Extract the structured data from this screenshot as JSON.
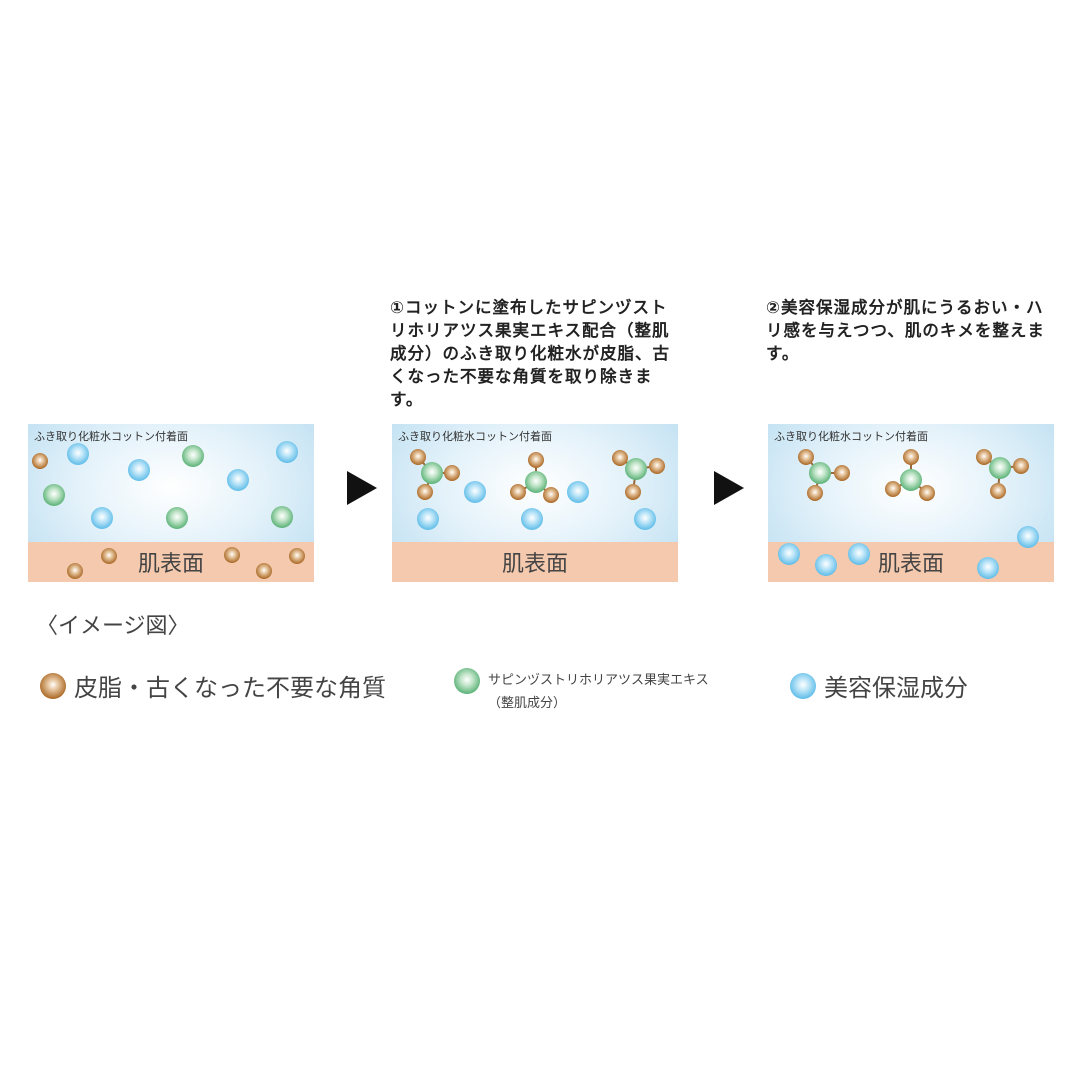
{
  "steps": [
    {
      "caption": "ふき取り化粧水コットン付着面",
      "skin_label": "肌表面",
      "description": ""
    },
    {
      "caption": "ふき取り化粧水コットン付着面",
      "skin_label": "肌表面",
      "description": "①コットンに塗布したサピンヅストリホリアツス果実エキス配合（整肌成分）のふき取り化粧水が皮脂、古くなった不要な角質を取り除きます。"
    },
    {
      "caption": "ふき取り化粧水コットン付着面",
      "skin_label": "肌表面",
      "description": "②美容保湿成分が肌にうるおい・ハリ感を与えつつ、肌のキメを整えます。"
    }
  ],
  "note": "〈イメージ図〉",
  "legend": [
    {
      "icon": "brown-ball",
      "label": "皮脂・古くなった不要な角質"
    },
    {
      "icon": "green-ball",
      "label": "サピンヅストリホリアツス果実エキス",
      "sublabel": "（整肌成分）"
    },
    {
      "icon": "blue-ball",
      "label": "美容保湿成分"
    }
  ],
  "colors": {
    "sebum": "#a8641f",
    "extract": "#4aaa6a",
    "moisture": "#4fb6e6",
    "skin": "#f4c9ad",
    "water": "#b9ddf0"
  }
}
